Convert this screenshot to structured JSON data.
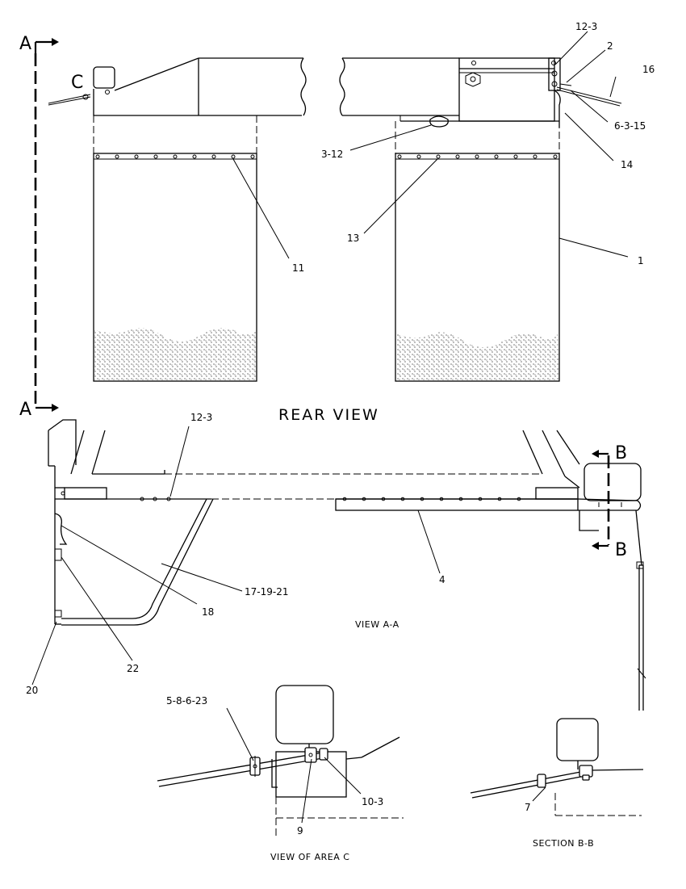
{
  "views": {
    "rear_view_title": "REAR VIEW",
    "view_aa_title": "VIEW A-A",
    "view_area_c_title": "VIEW OF AREA C",
    "section_bb_title": "SECTION B-B"
  },
  "section_markers": {
    "a_top": "A",
    "a_bottom": "A",
    "b_top": "B",
    "b_bottom": "B",
    "c_detail": "C"
  },
  "callouts": {
    "c12_3_top": "12-3",
    "c2": "2",
    "c16": "16",
    "c6_3_15": "6-3-15",
    "c14": "14",
    "c3_12": "3-12",
    "c13": "13",
    "c11": "11",
    "c1": "1",
    "c12_3_mid": "12-3",
    "c17_19_21": "17-19-21",
    "c4": "4",
    "c18": "18",
    "c22": "22",
    "c20": "20",
    "c5_8_6_23": "5-8-6-23",
    "c10_3": "10-3",
    "c9": "9",
    "c7": "7"
  }
}
